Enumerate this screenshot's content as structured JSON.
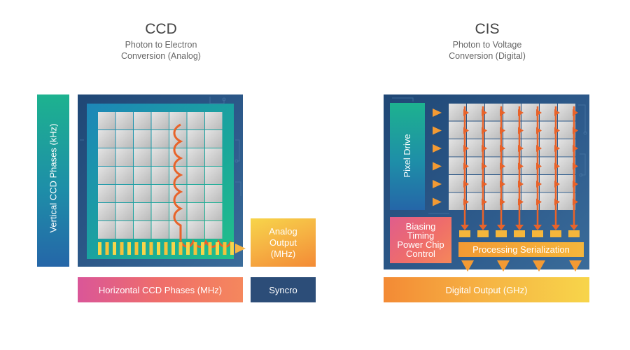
{
  "ccd": {
    "title": "CCD",
    "subtitle_line1": "Photon to Electron",
    "subtitle_line2": "Conversion (Analog)",
    "vertical_phases": "Vertical CCD Phases  (kHz)",
    "horizontal_phases": "Horizontal CCD Phases  (MHz)",
    "analog_output_line1": "Analog",
    "analog_output_line2": "Output",
    "analog_output_line3": "(MHz)",
    "syncro": "Syncro"
  },
  "cis": {
    "title": "CIS",
    "subtitle_line1": "Photon to Voltage",
    "subtitle_line2": "Conversion (Digital)",
    "pixel_drive": "Pixel Drive",
    "control_line1": "Biasing",
    "control_line2": "Timing",
    "control_line3": "Power Chip",
    "control_line4": "Control",
    "processing": "Processing Serialization",
    "digital_output": "Digital Output (GHz)"
  },
  "colors": {
    "navy": "#2b4f7e",
    "teal": "#1fa890",
    "orange": "#f0822a",
    "yellow": "#f5d040",
    "pink": "#d9558f",
    "pixel_gray": "#c9c9c9"
  }
}
